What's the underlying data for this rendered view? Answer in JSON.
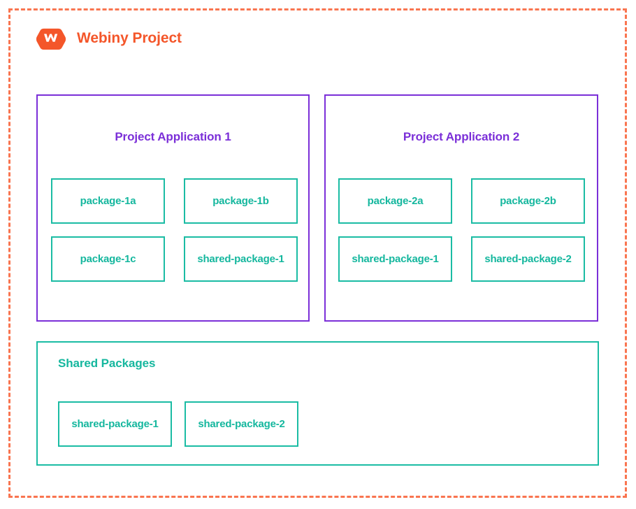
{
  "header": {
    "logo_icon": "webiny-hexagon-logo",
    "title": "Webiny Project"
  },
  "colors": {
    "boundary": "#f97550",
    "brand_orange": "#f4562a",
    "application_purple": "#7b2fd8",
    "package_teal": "#1bbca4",
    "package_text_teal": "#15b79e",
    "background": "#ffffff"
  },
  "applications": [
    {
      "title": "Project Application 1",
      "packages": [
        {
          "label": "package-1a"
        },
        {
          "label": "package-1b"
        },
        {
          "label": "package-1c"
        },
        {
          "label": "shared-package-1"
        }
      ]
    },
    {
      "title": "Project Application 2",
      "packages": [
        {
          "label": "package-2a"
        },
        {
          "label": "package-2b"
        },
        {
          "label": "shared-package-1"
        },
        {
          "label": "shared-package-2"
        }
      ]
    }
  ],
  "shared_section": {
    "title": "Shared Packages",
    "packages": [
      {
        "label": "shared-package-1"
      },
      {
        "label": "shared-package-2"
      }
    ]
  }
}
